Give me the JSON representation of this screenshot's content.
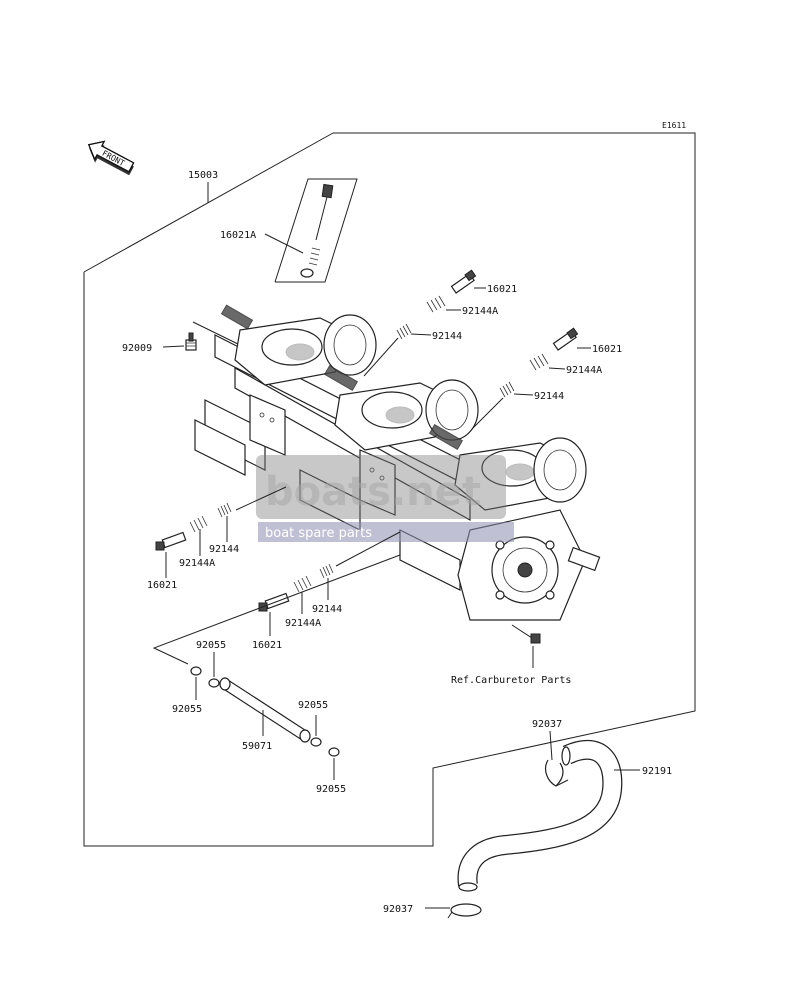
{
  "diagram_code": "E1611",
  "front_label": "FRONT",
  "reference_note": "Ref.Carburetor Parts",
  "watermark": {
    "logo_text": "boats.net",
    "tagline": "boat spare parts"
  },
  "callouts": {
    "assembly": "15003",
    "pilot_screw_top": "16021A",
    "cap_92009": "92009",
    "screw_1": "16021",
    "spring_1a": "92144A",
    "spring_1": "92144",
    "screw_2": "16021",
    "spring_2a": "92144A",
    "spring_2": "92144",
    "left_spring_1": "92144",
    "left_spring_1a": "92144A",
    "left_screw": "16021",
    "low_spring_1": "92144",
    "low_spring_1a": "92144A",
    "low_screw": "16021",
    "oring_top": "92055",
    "oring_left": "92055",
    "oring_right": "92055",
    "oring_bottom": "92055",
    "pipe": "59071",
    "clamp_top": "92037",
    "hose": "92191",
    "clamp_bottom": "92037"
  }
}
